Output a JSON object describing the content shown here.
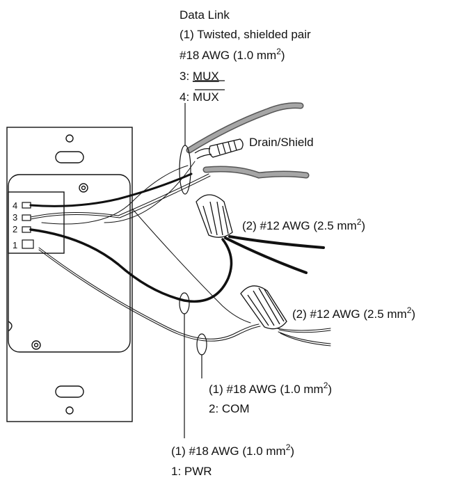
{
  "data_link": {
    "title": "Data Link",
    "cable": "(1) Twisted, shielded pair",
    "gauge_main": "#18 AWG (1.0 mm",
    "gauge_sup": "2",
    "gauge_tail": ")",
    "wire3_prefix": "3: ",
    "wire3_name": "MUX",
    "wire4_prefix": "4: ",
    "wire4_name": "MUX"
  },
  "drain_label": "Drain/Shield",
  "wirenut_1": {
    "main": "(2) #12 AWG (2.5 mm",
    "sup": "2",
    "tail": ")"
  },
  "wirenut_2": {
    "main": "(2) #12 AWG (2.5 mm",
    "sup": "2",
    "tail": ")"
  },
  "com_wire": {
    "main": "(1) #18 AWG (1.0 mm",
    "sup": "2",
    "tail": ")",
    "function": "2: COM"
  },
  "pwr_wire": {
    "main": "(1) #18 AWG (1.0 mm",
    "sup": "2",
    "tail": ")",
    "function": "1: PWR"
  },
  "terminals": [
    "4",
    "3",
    "2",
    "1"
  ],
  "colors": {
    "line": "#111111",
    "grey_cable": "#9a9a9a",
    "background": "#ffffff"
  }
}
